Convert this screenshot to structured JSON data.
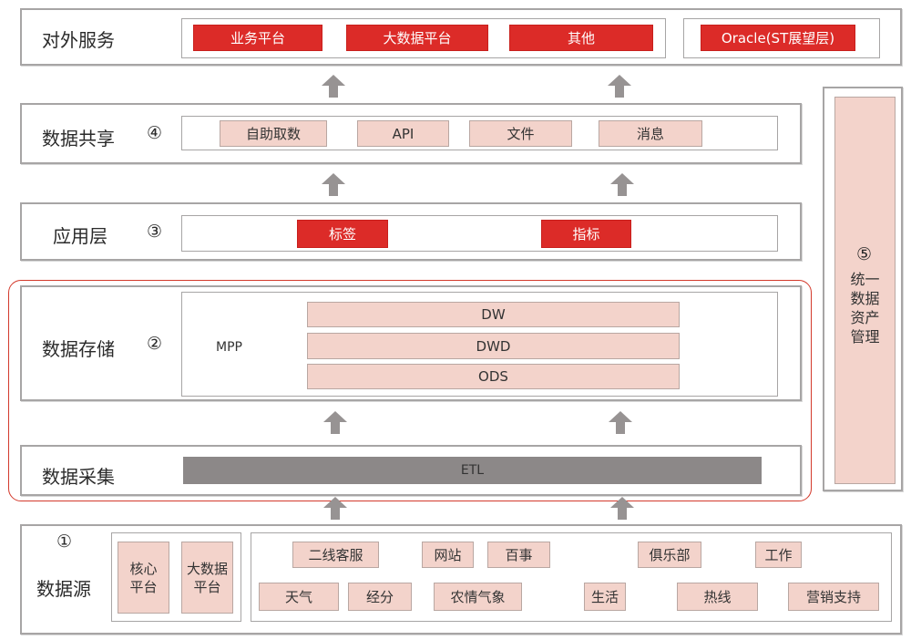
{
  "layers": {
    "external": {
      "title": "对外服务",
      "items": [
        "业务平台",
        "大数据平台",
        "其他"
      ],
      "oracle": "Oracle(ST展望层)"
    },
    "sharing": {
      "title": "数据共享",
      "num": "④",
      "items": [
        "自助取数",
        "API",
        "文件",
        "消息"
      ]
    },
    "application": {
      "title": "应用层",
      "num": "③",
      "items": [
        "标签",
        "指标"
      ]
    },
    "storage": {
      "title": "数据存储",
      "num": "②",
      "mpp": "MPP",
      "stack": [
        "DW",
        "DWD",
        "ODS"
      ]
    },
    "collection": {
      "title": "数据采集",
      "etl": "ETL"
    },
    "source": {
      "num": "①",
      "title": "数据源",
      "platforms": [
        "核心\n平台",
        "大数据\n平台"
      ],
      "items": [
        "二线客服",
        "网站",
        "百事",
        "俱乐部",
        "工作",
        "天气",
        "经分",
        "农情气象",
        "生活",
        "热线",
        "营销支持"
      ]
    }
  },
  "side": {
    "num": "⑤",
    "label": "统一\n数据\n资产\n管理"
  },
  "colors": {
    "accent_red": "#dc2b28",
    "pink_box": "#f3d3cb",
    "etl_grey": "#8c8888",
    "frame_red": "#d33a2c"
  }
}
